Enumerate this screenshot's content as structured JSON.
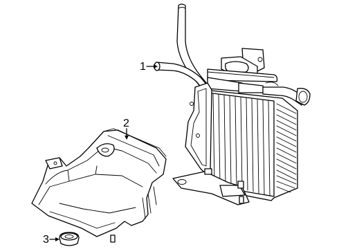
{
  "callouts": [
    {
      "number": "1",
      "part": "oil-cooler-hose"
    },
    {
      "number": "2",
      "part": "oil-cooler-shield"
    },
    {
      "number": "3",
      "part": "grommet"
    }
  ]
}
